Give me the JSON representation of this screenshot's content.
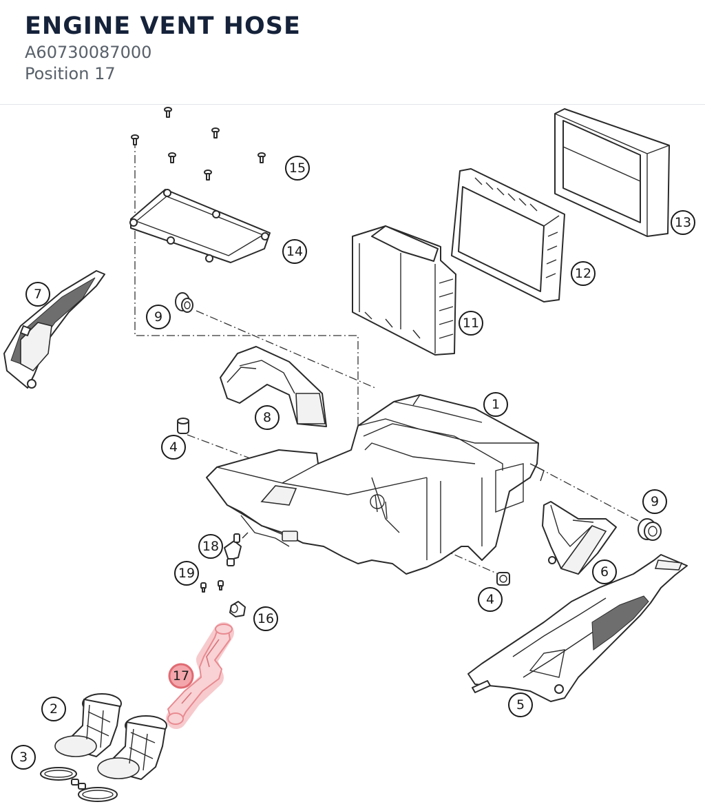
{
  "header": {
    "title": "ENGINE VENT HOSE",
    "part_number": "A60730087000",
    "position": "Position 17"
  },
  "colors": {
    "title": "#15223a",
    "subtitle": "#58606a",
    "highlight_fill": "#f3a6ab",
    "highlight_stroke": "#e06a72",
    "line": "#2a2a2a"
  },
  "callouts": {
    "c1": "1",
    "c2": "2",
    "c3": "3",
    "c4a": "4",
    "c4b": "4",
    "c5": "5",
    "c6": "6",
    "c7": "7",
    "c8": "8",
    "c9a": "9",
    "c9b": "9",
    "c11": "11",
    "c12": "12",
    "c13": "13",
    "c14": "14",
    "c15": "15",
    "c16": "16",
    "c17": "17",
    "c18": "18",
    "c19": "19"
  },
  "highlighted_position": "17"
}
